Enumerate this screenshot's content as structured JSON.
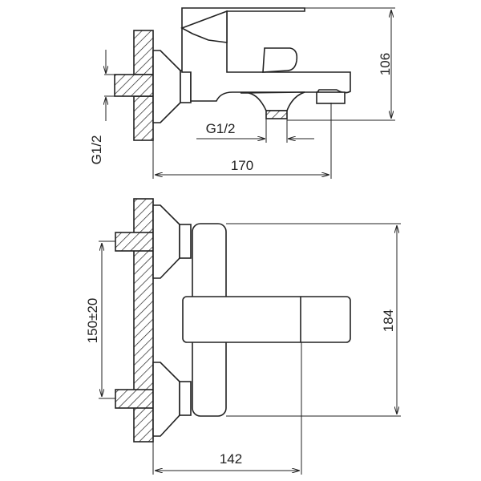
{
  "drawing": {
    "side_view": {
      "height_dim": "106",
      "length_dim": "170",
      "inlet_thread": "G1/2",
      "outlet_thread": "G1/2"
    },
    "front_view": {
      "height_dim": "184",
      "depth_dim": "142",
      "inlet_spacing": "150±20"
    }
  }
}
